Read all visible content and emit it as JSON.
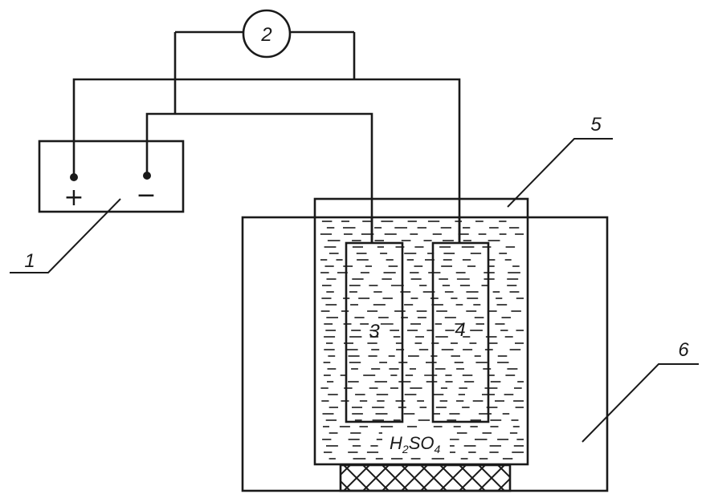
{
  "labels": {
    "battery": "1",
    "meter": "2",
    "electrode_left": "3",
    "electrode_right": "4",
    "vessel": "5",
    "bath": "6"
  },
  "battery": {
    "plus": "+",
    "minus": "−"
  },
  "electrolyte": {
    "formula_h": "H",
    "formula_h_sub": "2",
    "formula_so": "SO",
    "formula_so_sub": "4"
  }
}
